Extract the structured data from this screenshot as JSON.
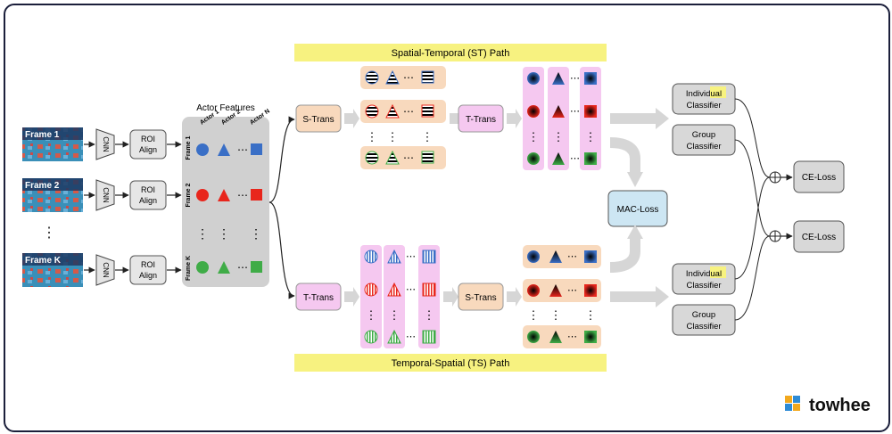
{
  "frames": [
    {
      "label": "Frame 1"
    },
    {
      "label": "Frame 2"
    },
    {
      "label": "Frame K"
    }
  ],
  "vdots": "⋮",
  "hdots": "⋯",
  "cnn_label": "CNN",
  "roi_line1": "ROI",
  "roi_line2": "Align",
  "actor_features": {
    "title": "Actor Features",
    "actor_labels": [
      "Actor 1",
      "Actor 2",
      "Actor N"
    ],
    "row_labels": [
      "Frame 1",
      "Frame 2",
      "Frame K"
    ]
  },
  "st_path_label": "Spatial-Temporal (ST) Path",
  "ts_path_label": "Temporal-Spatial (TS) Path",
  "s_trans_label": "S-Trans",
  "t_trans_label": "T-Trans",
  "mac_loss_label": "MAC-Loss",
  "ce_loss_label": "CE-Loss",
  "individual_classifier": {
    "prefix": "Indivi",
    "highlight": "dual",
    "line2": "Classifier"
  },
  "group_classifier": {
    "line1": "Group",
    "line2": "Classifier"
  },
  "colors": {
    "blue": "#3a6fc6",
    "red": "#e8261c",
    "green": "#3fac47",
    "st_banner": "#f7f280",
    "trans_orange": "#f8d9bd",
    "trans_pink": "#f5c8f0",
    "mac_blue": "#cde6f3",
    "classifier_gray": "#d8d8d8",
    "feature_panel": "#d0d0d0"
  },
  "logo": {
    "brand": "towhee"
  }
}
